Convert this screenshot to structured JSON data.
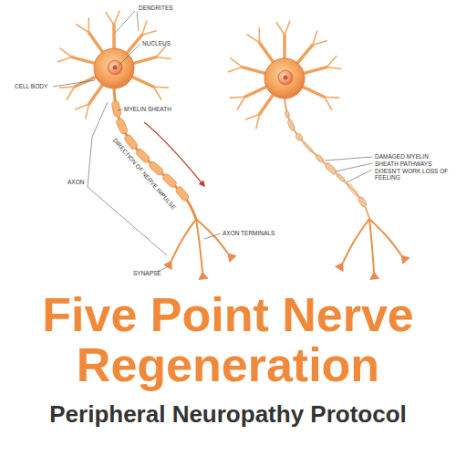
{
  "diagram": {
    "title": "Five Point Nerve Regeneration",
    "caption": "Peripheral Neuropathy Protocol",
    "labels": [
      "DENDRITES",
      "NUCLEUS",
      "CELL BODY",
      "MYELIN SHEATH",
      "DIRECTION OF NERVE IMPULSE",
      "AXON",
      "AXON TERMINALS",
      "SYNAPSE",
      "DAMAGED MYELIN SHEATH PATHWAYS DOESN'T WORK LOSS OF FEELING"
    ]
  }
}
